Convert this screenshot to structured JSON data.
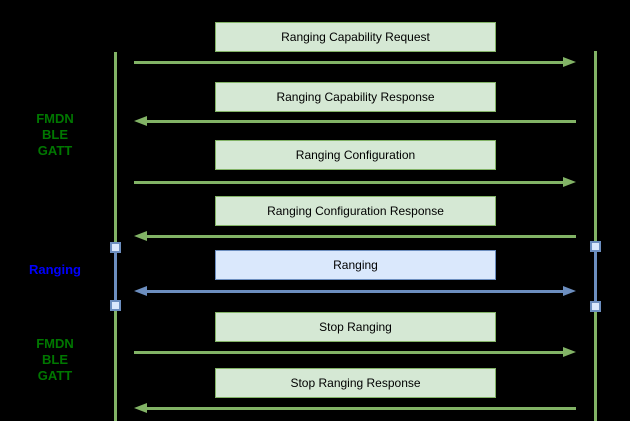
{
  "diagram": {
    "type": "sequence-diagram",
    "background_color": "#000000",
    "colors": {
      "message_box_fill_green": "#d5e8d4",
      "message_stroke_green": "#82b366",
      "message_box_fill_blue": "#dae8fc",
      "message_stroke_blue": "#6c8ebf",
      "side_label_green_text": "#007700",
      "side_label_blue_text": "#0000ff",
      "box_text": "#000000"
    },
    "side_labels": [
      {
        "id": "fmdn-ble-gatt-top",
        "lines": [
          "FMDN",
          "BLE",
          "GATT"
        ],
        "color": "#007700"
      },
      {
        "id": "ranging",
        "lines": [
          "Ranging"
        ],
        "color": "#0000ff"
      },
      {
        "id": "fmdn-ble-gatt-bottom",
        "lines": [
          "FMDN",
          "BLE",
          "GATT"
        ],
        "color": "#007700"
      }
    ],
    "messages": [
      {
        "label": "Ranging Capability Request",
        "direction": "right",
        "style": "green"
      },
      {
        "label": "Ranging Capability Response",
        "direction": "left",
        "style": "green"
      },
      {
        "label": "Ranging Configuration",
        "direction": "right",
        "style": "green"
      },
      {
        "label": "Ranging Configuration Response",
        "direction": "left",
        "style": "green"
      },
      {
        "label": "Ranging",
        "direction": "both",
        "style": "blue"
      },
      {
        "label": "Stop Ranging",
        "direction": "right",
        "style": "green"
      },
      {
        "label": "Stop Ranging Response",
        "direction": "left",
        "style": "green"
      }
    ],
    "lifelines": [
      {
        "id": "left",
        "color_segments": [
          "#82b366",
          "#6c8ebf",
          "#82b366"
        ]
      },
      {
        "id": "right",
        "color_segments": [
          "#82b366",
          "#6c8ebf",
          "#82b366"
        ]
      }
    ]
  }
}
